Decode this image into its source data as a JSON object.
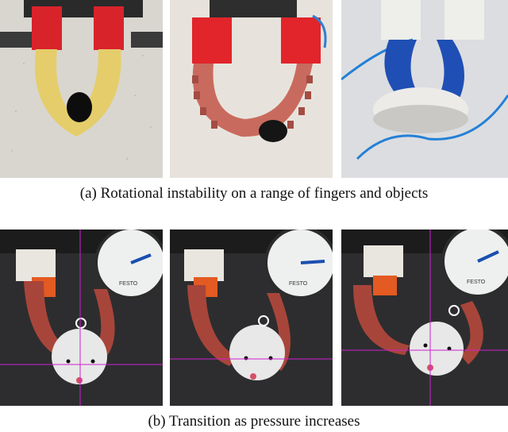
{
  "figure": {
    "caption_a": "(a) Rotational instability on a range of fingers and objects",
    "caption_b": "(b) Transition as pressure increases"
  },
  "colors": {
    "red_mount": "#e2242b",
    "yellow_finger": "#e6cf6a",
    "pink_finger": "#c96a5e",
    "blue_finger": "#1f4fb5",
    "brick_finger": "#a8453a",
    "crosshair": "#d020d0"
  },
  "gauge": {
    "brand": "FESTO"
  }
}
